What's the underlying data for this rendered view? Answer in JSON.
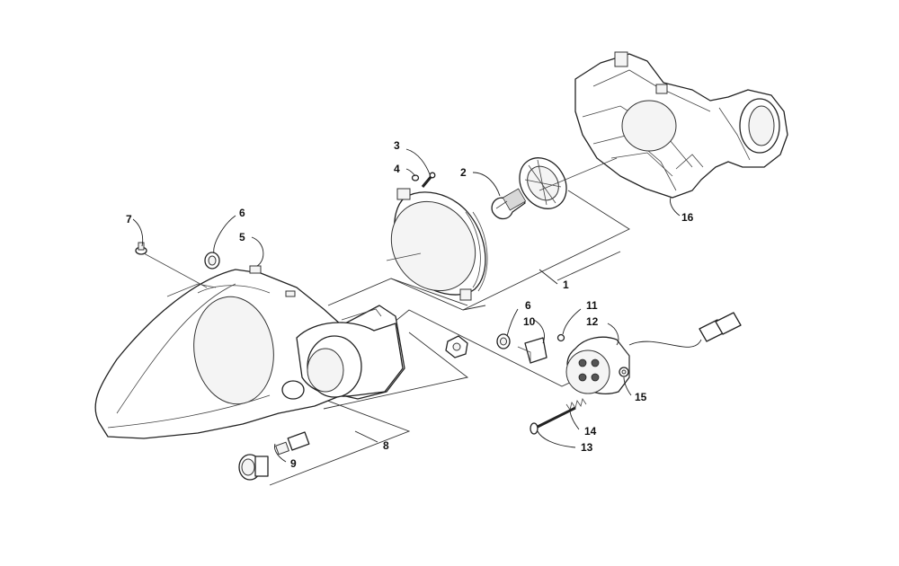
{
  "diagram": {
    "callouts": [
      {
        "id": "c1",
        "label": "1"
      },
      {
        "id": "c2",
        "label": "2"
      },
      {
        "id": "c3",
        "label": "3"
      },
      {
        "id": "c4",
        "label": "4"
      },
      {
        "id": "c5",
        "label": "5"
      },
      {
        "id": "c6a",
        "label": "6"
      },
      {
        "id": "c6b",
        "label": "6"
      },
      {
        "id": "c7",
        "label": "7"
      },
      {
        "id": "c8",
        "label": "8"
      },
      {
        "id": "c9",
        "label": "9"
      },
      {
        "id": "c10",
        "label": "10"
      },
      {
        "id": "c11",
        "label": "11"
      },
      {
        "id": "c12",
        "label": "12"
      },
      {
        "id": "c13",
        "label": "13"
      },
      {
        "id": "c14",
        "label": "14"
      },
      {
        "id": "c15",
        "label": "15"
      },
      {
        "id": "c16",
        "label": "16"
      }
    ]
  }
}
